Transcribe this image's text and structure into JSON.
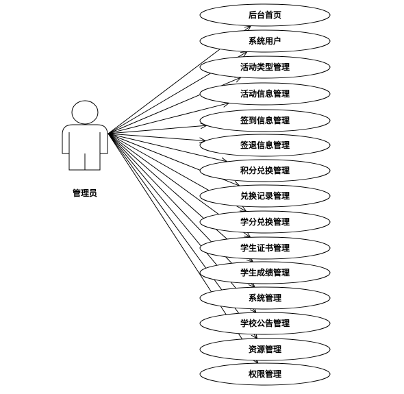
{
  "actor": {
    "label": "管理员"
  },
  "use_cases": [
    "后台首页",
    "系统用户",
    "活动类型管理",
    "活动信息管理",
    "签到信息管理",
    "签退信息管理",
    "积分兑换管理",
    "兑换记录管理",
    "学分兑换管理",
    "学生证书管理",
    "学生成绩管理",
    "系统管理",
    "学校公告管理",
    "资源管理",
    "权限管理"
  ]
}
